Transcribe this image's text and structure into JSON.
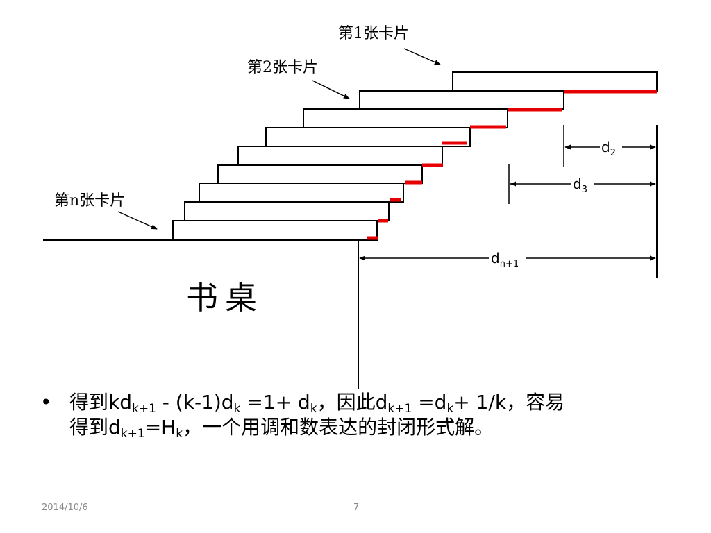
{
  "diagram": {
    "card_labels": {
      "first": "第1张卡片",
      "second": "第2张卡片",
      "nth": "第n张卡片"
    },
    "desk_label": "书桌",
    "dimensions": [
      {
        "base": "d",
        "sub": "2"
      },
      {
        "base": "d",
        "sub": "3"
      },
      {
        "base": "d",
        "sub": "n+1"
      }
    ],
    "colors": {
      "overhang": "#e60000",
      "line": "#000000"
    }
  },
  "bullet": {
    "line1": {
      "a": "得到kd",
      "a_sub": "k+1",
      "b": " - (k-1)d",
      "b_sub": "k",
      "c": " =1+ d",
      "c_sub": "k",
      "d": "，因此d",
      "d_sub": "k+1",
      "e": " =d",
      "e_sub": "k",
      "f": "+ 1/k，容易"
    },
    "line2": {
      "a": "得到d",
      "a_sub": "k+1",
      "b": "=H",
      "b_sub": "k",
      "c": "，一个用调和数表达的封闭形式解。"
    }
  },
  "footer": {
    "date": "2014/10/6",
    "page": "7"
  }
}
